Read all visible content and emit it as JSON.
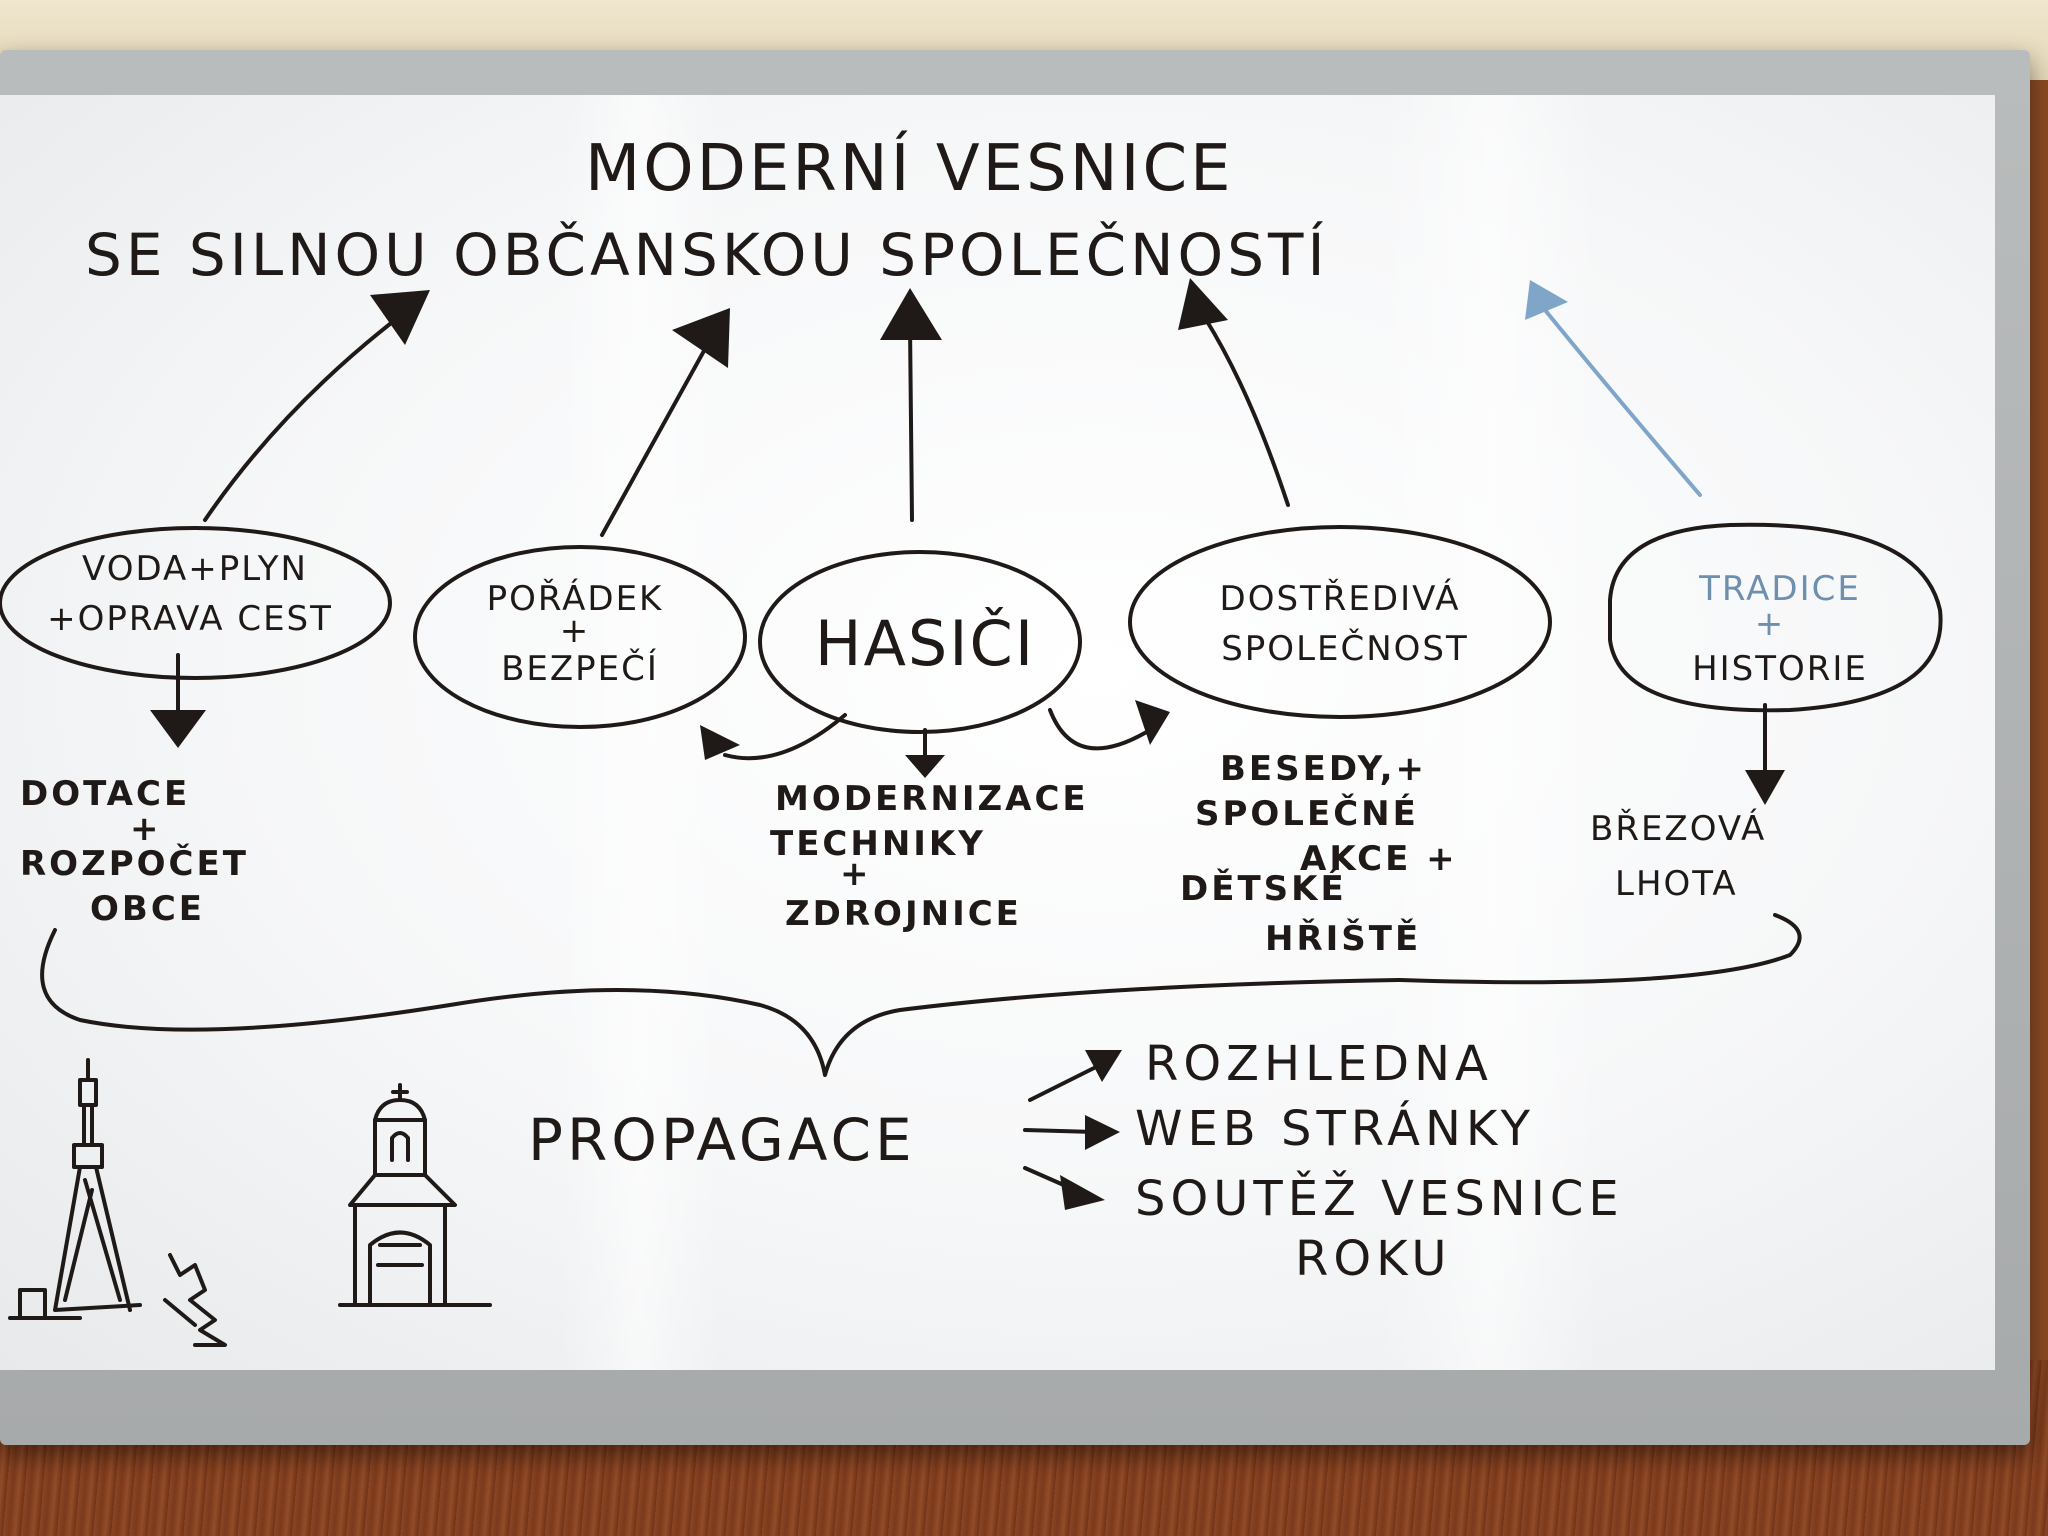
{
  "title": {
    "line1": "MODERNÍ VESNICE",
    "line2": "SE SILNOU OBČANSKOU SPOLEČNOSTÍ"
  },
  "nodes": [
    {
      "id": "voda",
      "lines": [
        "VODA+PLYN",
        "+OPRAVA CEST"
      ]
    },
    {
      "id": "poradek",
      "lines": [
        "POŘÁDEK",
        "+",
        "BEZPEČÍ"
      ]
    },
    {
      "id": "hasici",
      "lines": [
        "HASIČI"
      ]
    },
    {
      "id": "dostrediva",
      "lines": [
        "DOSTŘEDIVÁ",
        "SPOLEČNOST"
      ]
    },
    {
      "id": "tradice",
      "lines": [
        "TRADICE",
        "+",
        "HISTORIE"
      ]
    }
  ],
  "sub_items": {
    "dotace": [
      "DOTACE",
      "+",
      "ROZPOČET",
      "OBCE"
    ],
    "modernizace": [
      "MODERNIZACE",
      "TECHNIKY",
      "+",
      "ZDROJNICE"
    ],
    "besedy": [
      "BESEDY,+",
      "SPOLEČNÉ",
      "AKCE +",
      "DĚTSKÉ",
      "HŘIŠTĚ"
    ],
    "brezova": [
      "BŘEZOVÁ",
      "LHOTA"
    ]
  },
  "propagace": {
    "label": "PROPAGACE",
    "items": [
      "ROZHLEDNA",
      "WEB STRÁNKY",
      "SOUTĚŽ VESNICE",
      "ROKU"
    ]
  },
  "colors": {
    "ink": "#1f1a17",
    "faded_ink": "#7fa6c8",
    "board": "#f6f7f8",
    "frame": "#b0b3b4"
  },
  "icons": [
    "lookout-tower-icon",
    "chapel-icon"
  ]
}
